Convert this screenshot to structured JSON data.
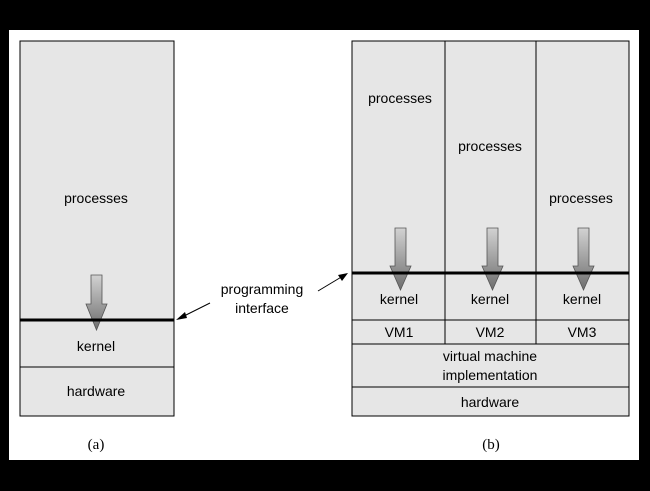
{
  "left": {
    "processes": "processes",
    "kernel": "kernel",
    "hardware": "hardware",
    "caption": "(a)"
  },
  "annotation": {
    "line1": "programming",
    "line2": "interface"
  },
  "right": {
    "columns": [
      {
        "processes": "processes",
        "kernel": "kernel",
        "vm": "VM1"
      },
      {
        "processes": "processes",
        "kernel": "kernel",
        "vm": "VM2"
      },
      {
        "processes": "processes",
        "kernel": "kernel",
        "vm": "VM3"
      }
    ],
    "vmi_line1": "virtual machine",
    "vmi_line2": "implementation",
    "hardware": "hardware",
    "caption": "(b)"
  },
  "colors": {
    "box_fill": "#e6e6e6",
    "stroke": "#000000",
    "arrow_light": "#d0d0d0",
    "arrow_dark": "#707070"
  }
}
